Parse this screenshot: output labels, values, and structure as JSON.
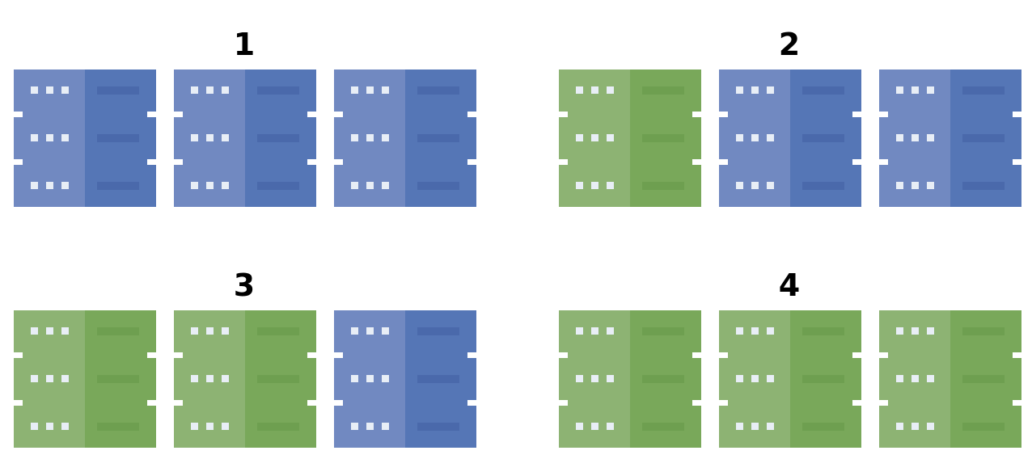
{
  "colors": {
    "blue_light": "#7189c1",
    "blue_dark": "#5576b6",
    "blue_bar": "#4a69ab",
    "green_light": "#8db373",
    "green_dark": "#79a85a",
    "green_bar": "#6e9f50",
    "dot": "#e8eef6"
  },
  "groups": [
    {
      "label": "1",
      "servers": [
        "blue",
        "blue",
        "blue"
      ]
    },
    {
      "label": "2",
      "servers": [
        "green",
        "blue",
        "blue"
      ]
    },
    {
      "label": "3",
      "servers": [
        "green",
        "green",
        "blue"
      ]
    },
    {
      "label": "4",
      "servers": [
        "green",
        "green",
        "green"
      ]
    }
  ]
}
